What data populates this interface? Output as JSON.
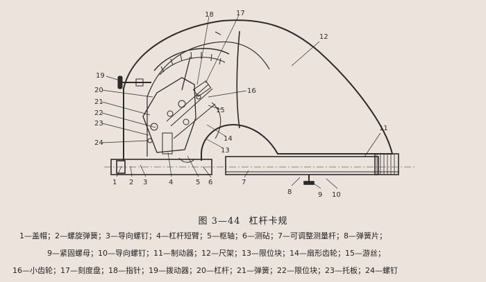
{
  "figure": {
    "part_numbers": [
      "1",
      "2",
      "3",
      "4",
      "5",
      "6",
      "7",
      "8",
      "9",
      "10",
      "11",
      "12",
      "13",
      "14",
      "15",
      "16",
      "17",
      "18",
      "19",
      "20",
      "21",
      "22",
      "23",
      "24"
    ]
  },
  "caption": {
    "figure_number": "图 3—44",
    "title": "杠杆卡规"
  },
  "legend": {
    "line1": "1—盖帽；2—螺旋弹簧；3—导向螺钉；4—杠杆短臂；5—枢轴；6—测砧；7—可调整测量杆；8—弹簧片；",
    "line2": "9—紧固螺母；10—导向螺钉；11—制动器；12—尺架；13—限位块；14—扇形齿轮；15—游丝；",
    "line3": "16—小齿轮；17—刻度盘；18—指针；19—拨动器；20—杠杆；21—弹簧；22—限位块；23—托板；24—螺钉"
  },
  "colors": {
    "paper": "#ece3dc",
    "ink": "#2a2a2a"
  }
}
